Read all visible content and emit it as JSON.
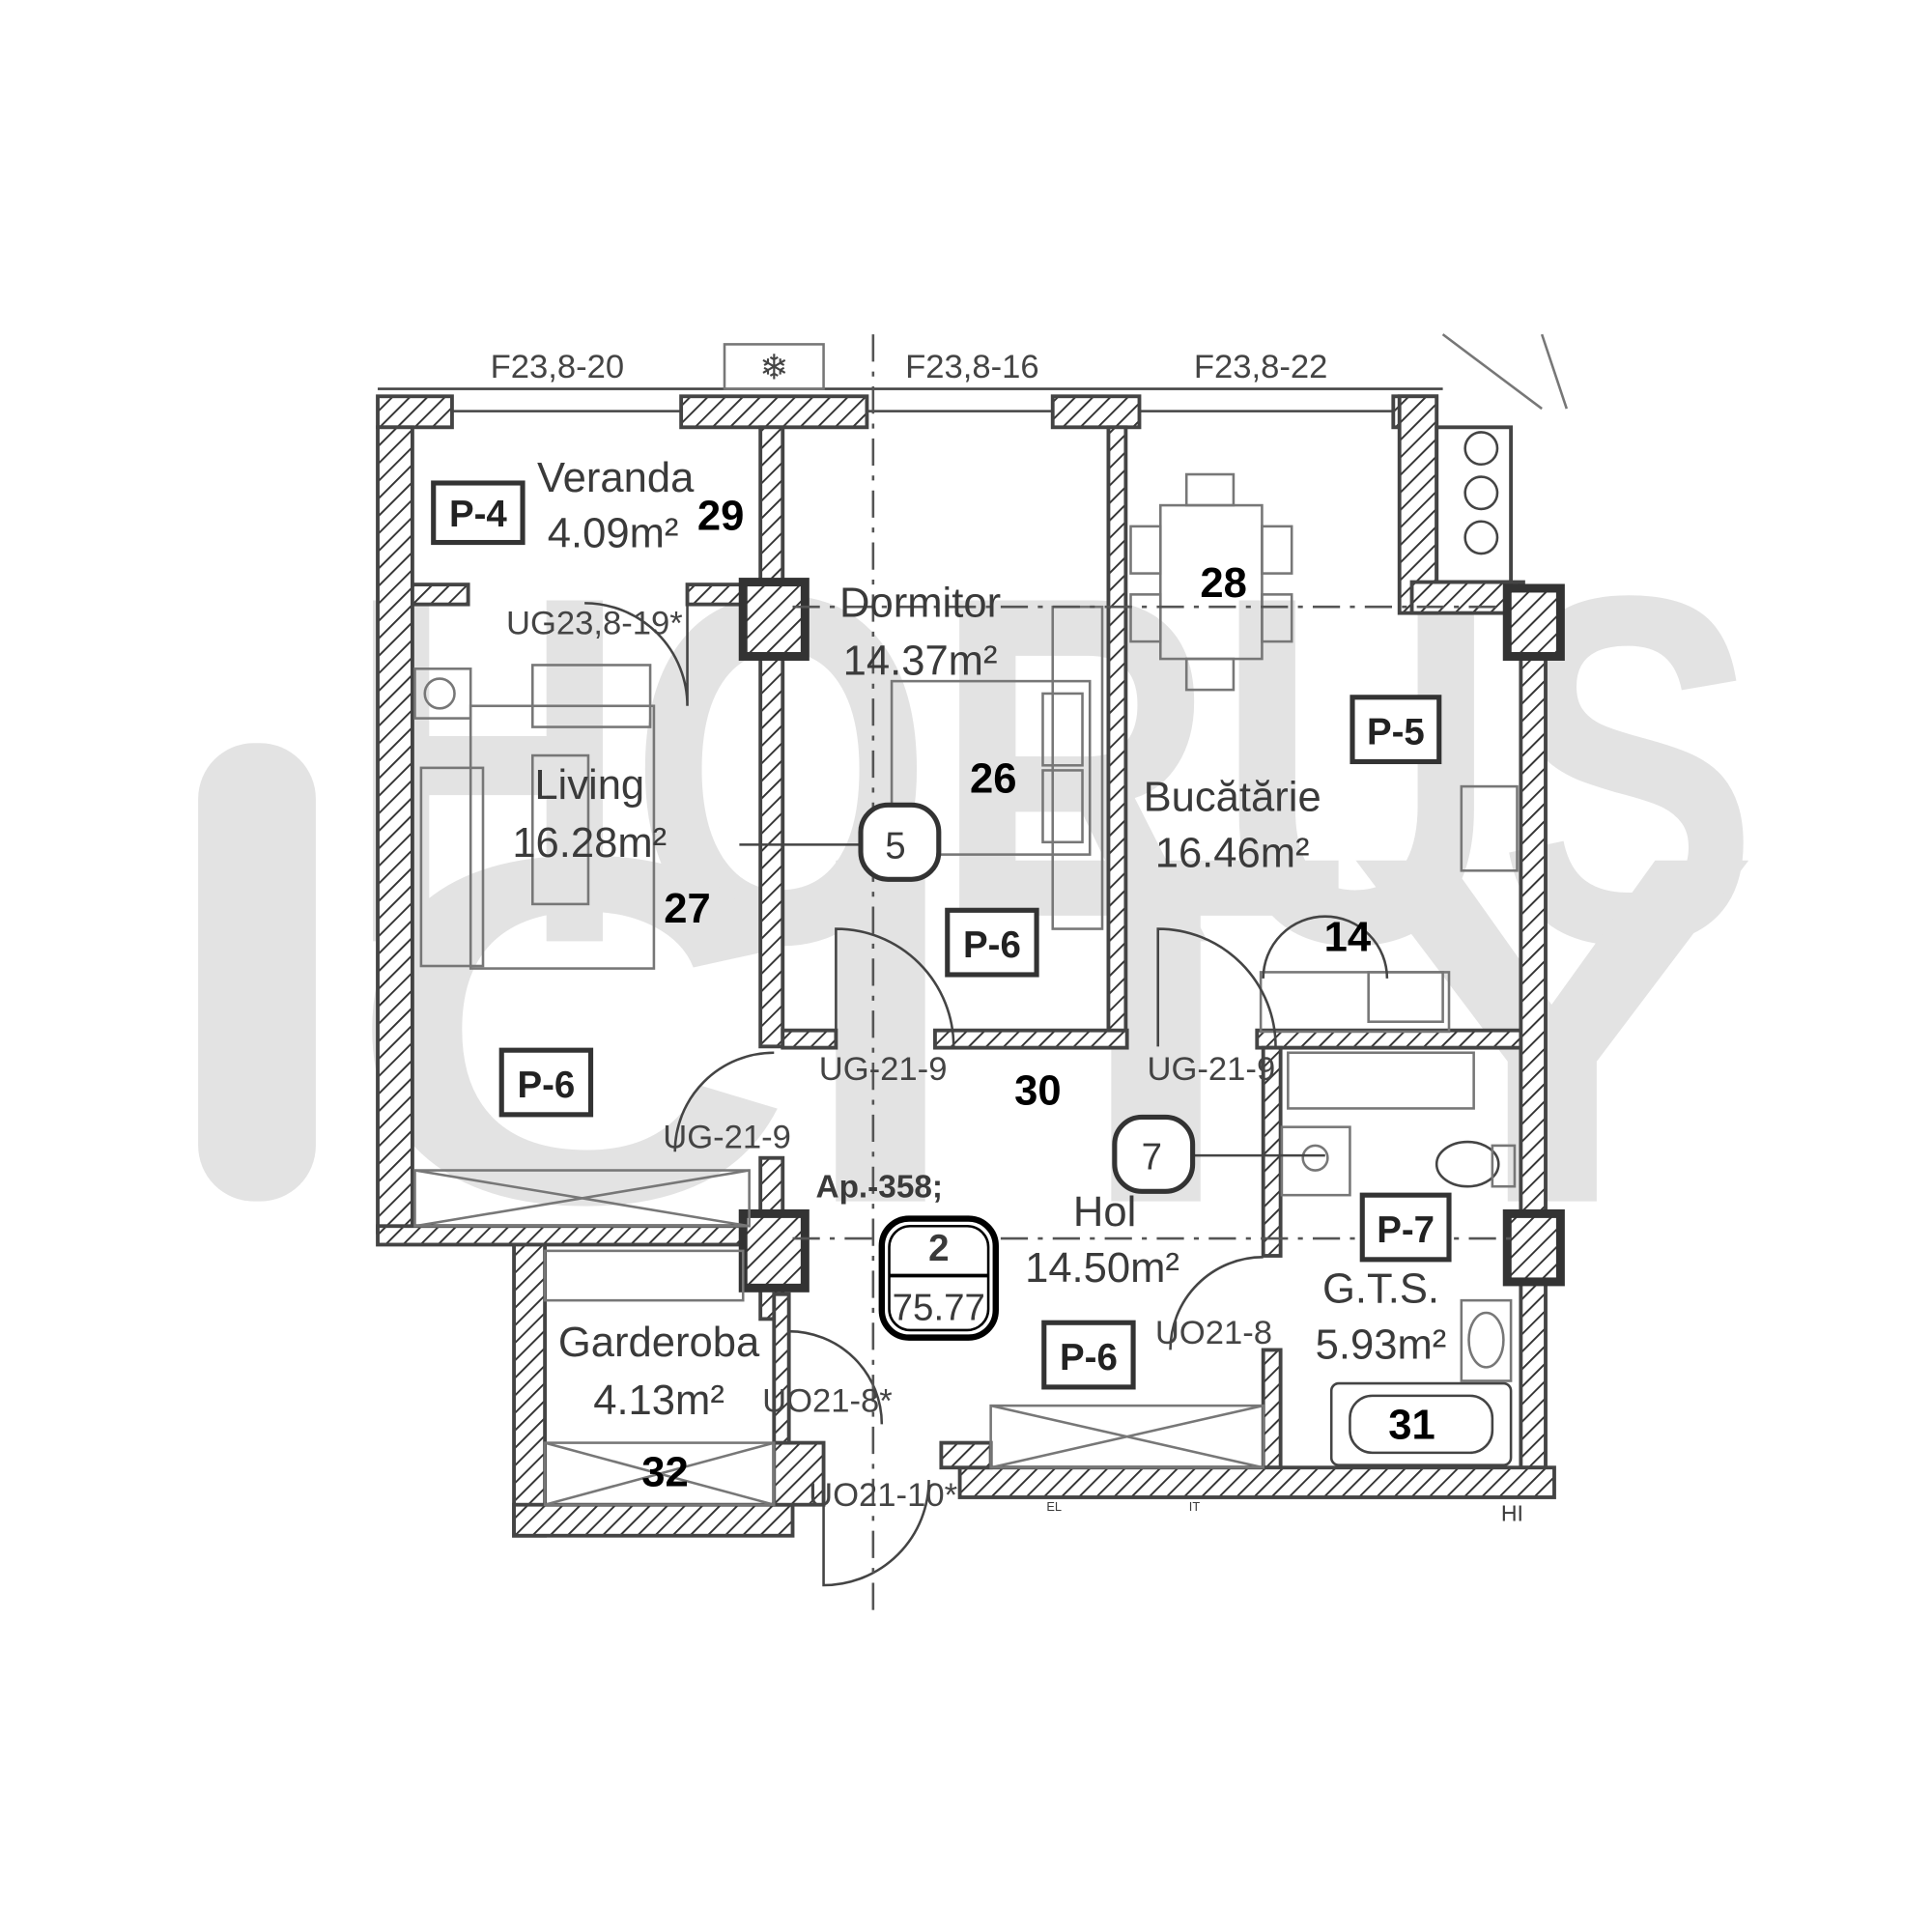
{
  "watermark": {
    "line1": "HORUS",
    "line2": "CITY"
  },
  "windows": [
    "F23,8-20",
    "F23,8-16",
    "F23,8-22"
  ],
  "rooms": [
    {
      "name": "Veranda",
      "area": "4.09m²",
      "tag": "P-4",
      "number": "29"
    },
    {
      "name": "Dormitor",
      "area": "14.37m²",
      "tag": "P-6",
      "number": "26"
    },
    {
      "name": "Living",
      "area": "16.28m²",
      "tag": "P-6",
      "number": "27"
    },
    {
      "name": "Bucătărie",
      "area": "16.46m²",
      "tag": "P-5",
      "number": "28"
    },
    {
      "name": "Hol",
      "area": "14.50m²",
      "tag": "P-6",
      "number": "30"
    },
    {
      "name": "G.T.S.",
      "area": "5.93m²",
      "tag": "P-7",
      "number": "31"
    },
    {
      "name": "Garderoba",
      "area": "4.13m²",
      "number": "32"
    }
  ],
  "doors": [
    "UG23,8-19*",
    "UG-21-9",
    "UG-21-9",
    "UG-21-9",
    "UO21-8",
    "UO21-8*",
    "UO21-10*"
  ],
  "markers": {
    "bubble5": "5",
    "bubble7": "7",
    "kitchen_num": "14"
  },
  "apartment": {
    "label": "Ap.-358;",
    "rooms": "2",
    "total_area": "75.77"
  },
  "utility_labels": [
    "EL",
    "IT",
    "HI"
  ],
  "colors": {
    "wall": "#444444",
    "watermark": "#e3e3e3"
  }
}
